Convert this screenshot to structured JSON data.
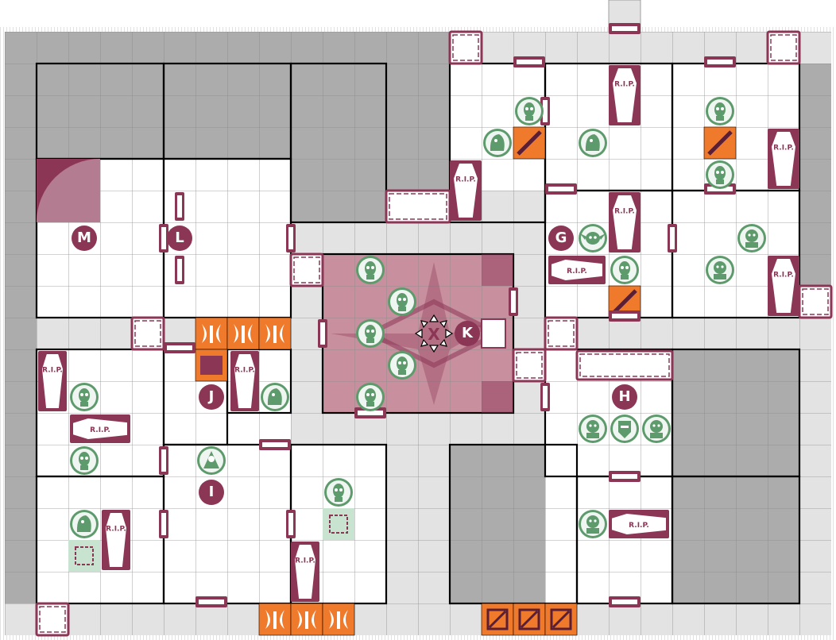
{
  "map": {
    "room_labels": [
      "M",
      "L",
      "J",
      "I",
      "K",
      "G",
      "H"
    ]
  },
  "colors": {
    "floor": "#ffffff",
    "corridor": "#e3e3e3",
    "blocked": "#acacac",
    "grid": "#8a8a8a",
    "wall": "#000000",
    "accent": "#8c3656",
    "objective_room": "#c8909f",
    "door_tile": "#f07a2c",
    "monster": "#5e9b6c",
    "monster_light": "#c8e3d0",
    "label_text": "#ffffff"
  },
  "icons": {
    "coffin": "coffin-rip-icon",
    "door": "door-icon",
    "rubble": "rubble-icon",
    "skeleton": "skeleton-icon",
    "ghoul": "ghoul-icon",
    "zombie": "zombie-icon",
    "orc": "orc-icon",
    "necromancer": "necromancer-icon",
    "knight": "knight-icon",
    "trap": "trap-icon",
    "spear": "spear-icon",
    "axe": "axe-icon",
    "stairs": "stairs-icon",
    "objective": "objective-x-icon"
  },
  "coffin_text": "R.I.P."
}
